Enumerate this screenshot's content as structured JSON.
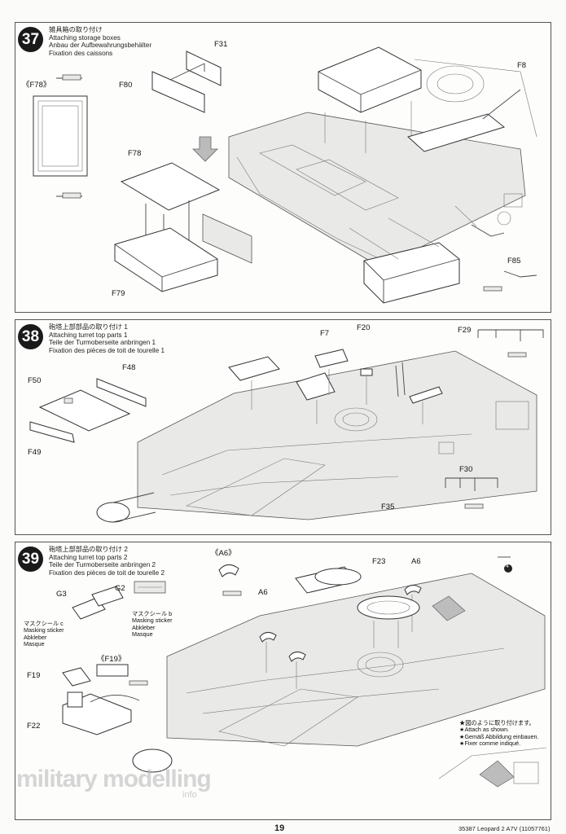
{
  "steps": [
    {
      "number": "37",
      "title_jp": "雑具箱の取り付け",
      "title_en": "Attaching storage boxes",
      "title_de": "Anbau der Aufbewahrungsbehälter",
      "title_fr": "Fixation des caissons",
      "labels": {
        "f31": "F31",
        "f80": "F80",
        "f78_ref": "《F78》",
        "f78": "F78",
        "f79": "F79",
        "f8": "F8",
        "f85": "F85"
      }
    },
    {
      "number": "38",
      "title_jp": "砲塔上部部品の取り付け 1",
      "title_en": "Attaching turret top parts 1",
      "title_de": "Teile der Turmoberseite anbringen 1",
      "title_fr": "Fixation des pièces de toit de tourelle 1",
      "labels": {
        "f7": "F7",
        "f20": "F20",
        "f29": "F29",
        "f48": "F48",
        "f50": "F50",
        "f49": "F49",
        "f30": "F30",
        "f35": "F35"
      }
    },
    {
      "number": "39",
      "title_jp": "砲塔上部部品の取り付け 2",
      "title_en": "Attaching turret top parts 2",
      "title_de": "Teile der Turmoberseite anbringen 2",
      "title_fr": "Fixation des pièces de toit de tourelle 2",
      "labels": {
        "a6_ref": "《A6》",
        "f23": "F23",
        "a6_a": "A6",
        "a6_b": "A6",
        "g3": "G3",
        "g2": "G2",
        "f19_ref": "《F19》",
        "f19": "F19",
        "f22": "F22",
        "circle4": "4"
      },
      "mask_c": {
        "jp": "マスクシール c",
        "en": "Masking sticker",
        "de": "Abkleber",
        "fr": "Masque"
      },
      "mask_b": {
        "jp": "マスクシール b",
        "en": "Masking sticker",
        "de": "Abkleber",
        "fr": "Masque"
      },
      "note": {
        "jp": "★図のように取り付けます。",
        "en": "★Attach as shown.",
        "de": "★Gemäß Abbildung einbauen.",
        "fr": "★Fixer comme indiqué."
      }
    }
  ],
  "footer": {
    "page": "19",
    "kit": "35387 Leopard 2 A7V (11057761)"
  },
  "watermark": {
    "main": "military modelling",
    "sub": "info"
  }
}
